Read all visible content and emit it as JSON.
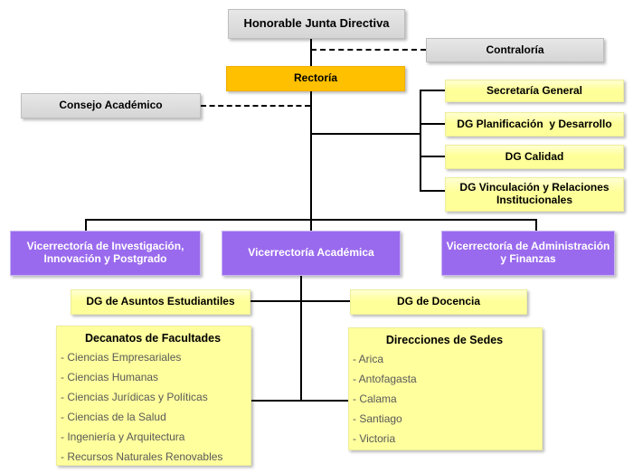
{
  "org": {
    "junta_directiva": "Honorable Junta Directiva",
    "contraloria": "Contraloría",
    "rectoria": "Rectoría",
    "consejo_academico": "Consejo Académico",
    "secretaria_general": "Secretaría General",
    "dg_planificacion": "DG Planificación  y Desarrollo",
    "dg_calidad": "DG Calidad",
    "dg_vinculacion": "DG Vinculación y Relaciones Institucionales",
    "vic_investigacion": "Vicerrectoría de Investigación, Innovación y Postgrado",
    "vic_academica": "Vicerrectoría Académica",
    "vic_administracion": "Vicerrectoría de Administración y Finanzas",
    "dg_asuntos_estudiantiles": "DG de Asuntos Estudiantiles",
    "dg_docencia": "DG de Docencia",
    "decanatos": {
      "title": "Decanatos de Facultades",
      "items": [
        "Ciencias Empresariales",
        "Ciencias Humanas",
        "Ciencias Jurídicas y Políticas",
        "Ciencias de la Salud",
        "Ingeniería y Arquitectura",
        "Recursos Naturales Renovables"
      ]
    },
    "sedes": {
      "title": "Direcciones de Sedes",
      "items": [
        "Arica",
        "Antofagasta",
        "Calama",
        "Santiago",
        "Victoria"
      ]
    }
  },
  "colors": {
    "gray_box": "#D9D9D9",
    "orange_box": "#FFC000",
    "yellow_box": "#FFFF99",
    "purple_box": "#9A6AEE",
    "connector": "#000000",
    "list_text": "#595959"
  }
}
